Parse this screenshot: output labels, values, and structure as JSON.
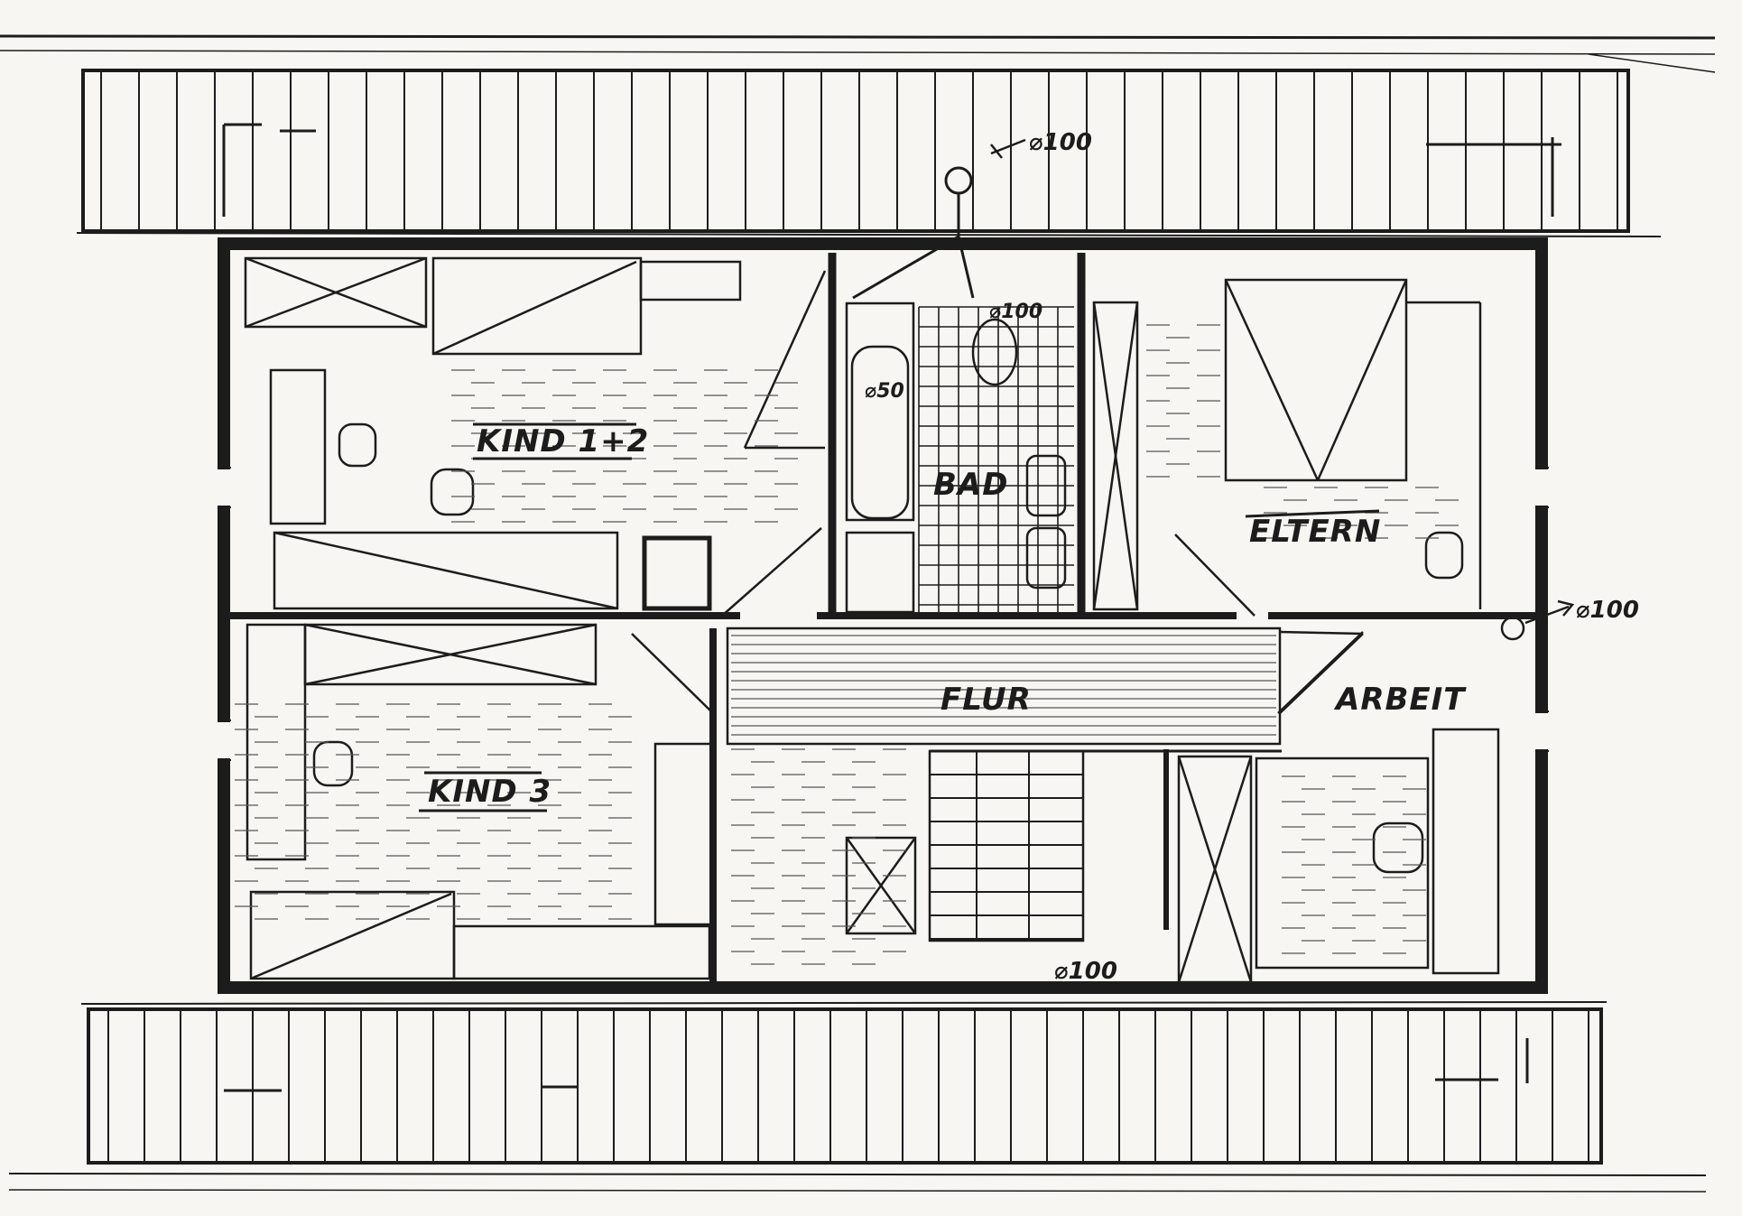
{
  "plan": {
    "ink_color": "#1c1c1c",
    "paper_color": "#f7f6f2",
    "rooms": {
      "kind12": "KIND 1+2",
      "bad": "BAD",
      "eltern": "ELTERN",
      "flur": "FLUR",
      "kind3": "KIND 3",
      "arbeit": "ARBEIT"
    },
    "annotations": {
      "pipe_top": "⌀100",
      "pipe_bad": "⌀100",
      "bathtub_drain": "⌀50",
      "pipe_right": "⌀100",
      "pipe_bottom": "⌀100"
    }
  }
}
